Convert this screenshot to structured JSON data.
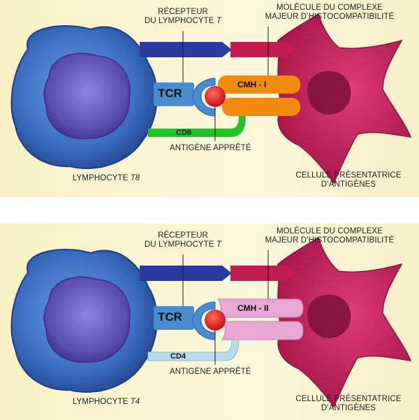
{
  "panels": [
    {
      "receptor_line1": "RÉCEPTEUR",
      "receptor_line2": "DU LYMPHOCYTE",
      "receptor_italic": "T",
      "mhc_line1": "MOLÉCULE DU COMPLEXE",
      "mhc_line2": "MAJEUR D’HISTOCOMPATIBILITÉ",
      "tcr": "TCR",
      "cmh": "CMH - I",
      "coreceptor": "CD8",
      "antigen": "ANTIGÈNE APPRÊTÉ",
      "lymphocyte": "LYMPHOCYTE",
      "lymphocyte_italic": "T8",
      "apc_line1": "CELLULE PRÉSENTATRICE",
      "apc_line2": "D’ANTIGÈNES",
      "colors": {
        "mhc": "#f28a10",
        "coreceptor": "#22c22a"
      }
    },
    {
      "receptor_line1": "RÉCEPTEUR",
      "receptor_line2": "DU LYMPHOCYTE",
      "receptor_italic": "T",
      "mhc_line1": "MOLÉCULE DU COMPLEXE",
      "mhc_line2": "MAJEUR D’HISTOCOMPATIBILITÉ",
      "tcr": "TCR",
      "cmh": "CMH - II",
      "coreceptor": "CD4",
      "antigen": "ANTIGÈNE APPRÊTÉ",
      "lymphocyte": "LYMPHOCYTE",
      "lymphocyte_italic": "T4",
      "apc_line1": "CELLULE PRÉSENTATRICE",
      "apc_line2": "D’ANTIGÈNES",
      "colors": {
        "mhc": "#e8a8d6",
        "coreceptor": "#b8dceb"
      }
    }
  ],
  "colors": {
    "lymphocyte": "#3a6cc0",
    "nucleus": "#5a4cb0",
    "apc": "#c21e55",
    "tcr": "#4a8cd0",
    "antigen": "#e01a20",
    "arrow_blue": "#2c3aa0",
    "arrow_red": "#c01c50"
  }
}
